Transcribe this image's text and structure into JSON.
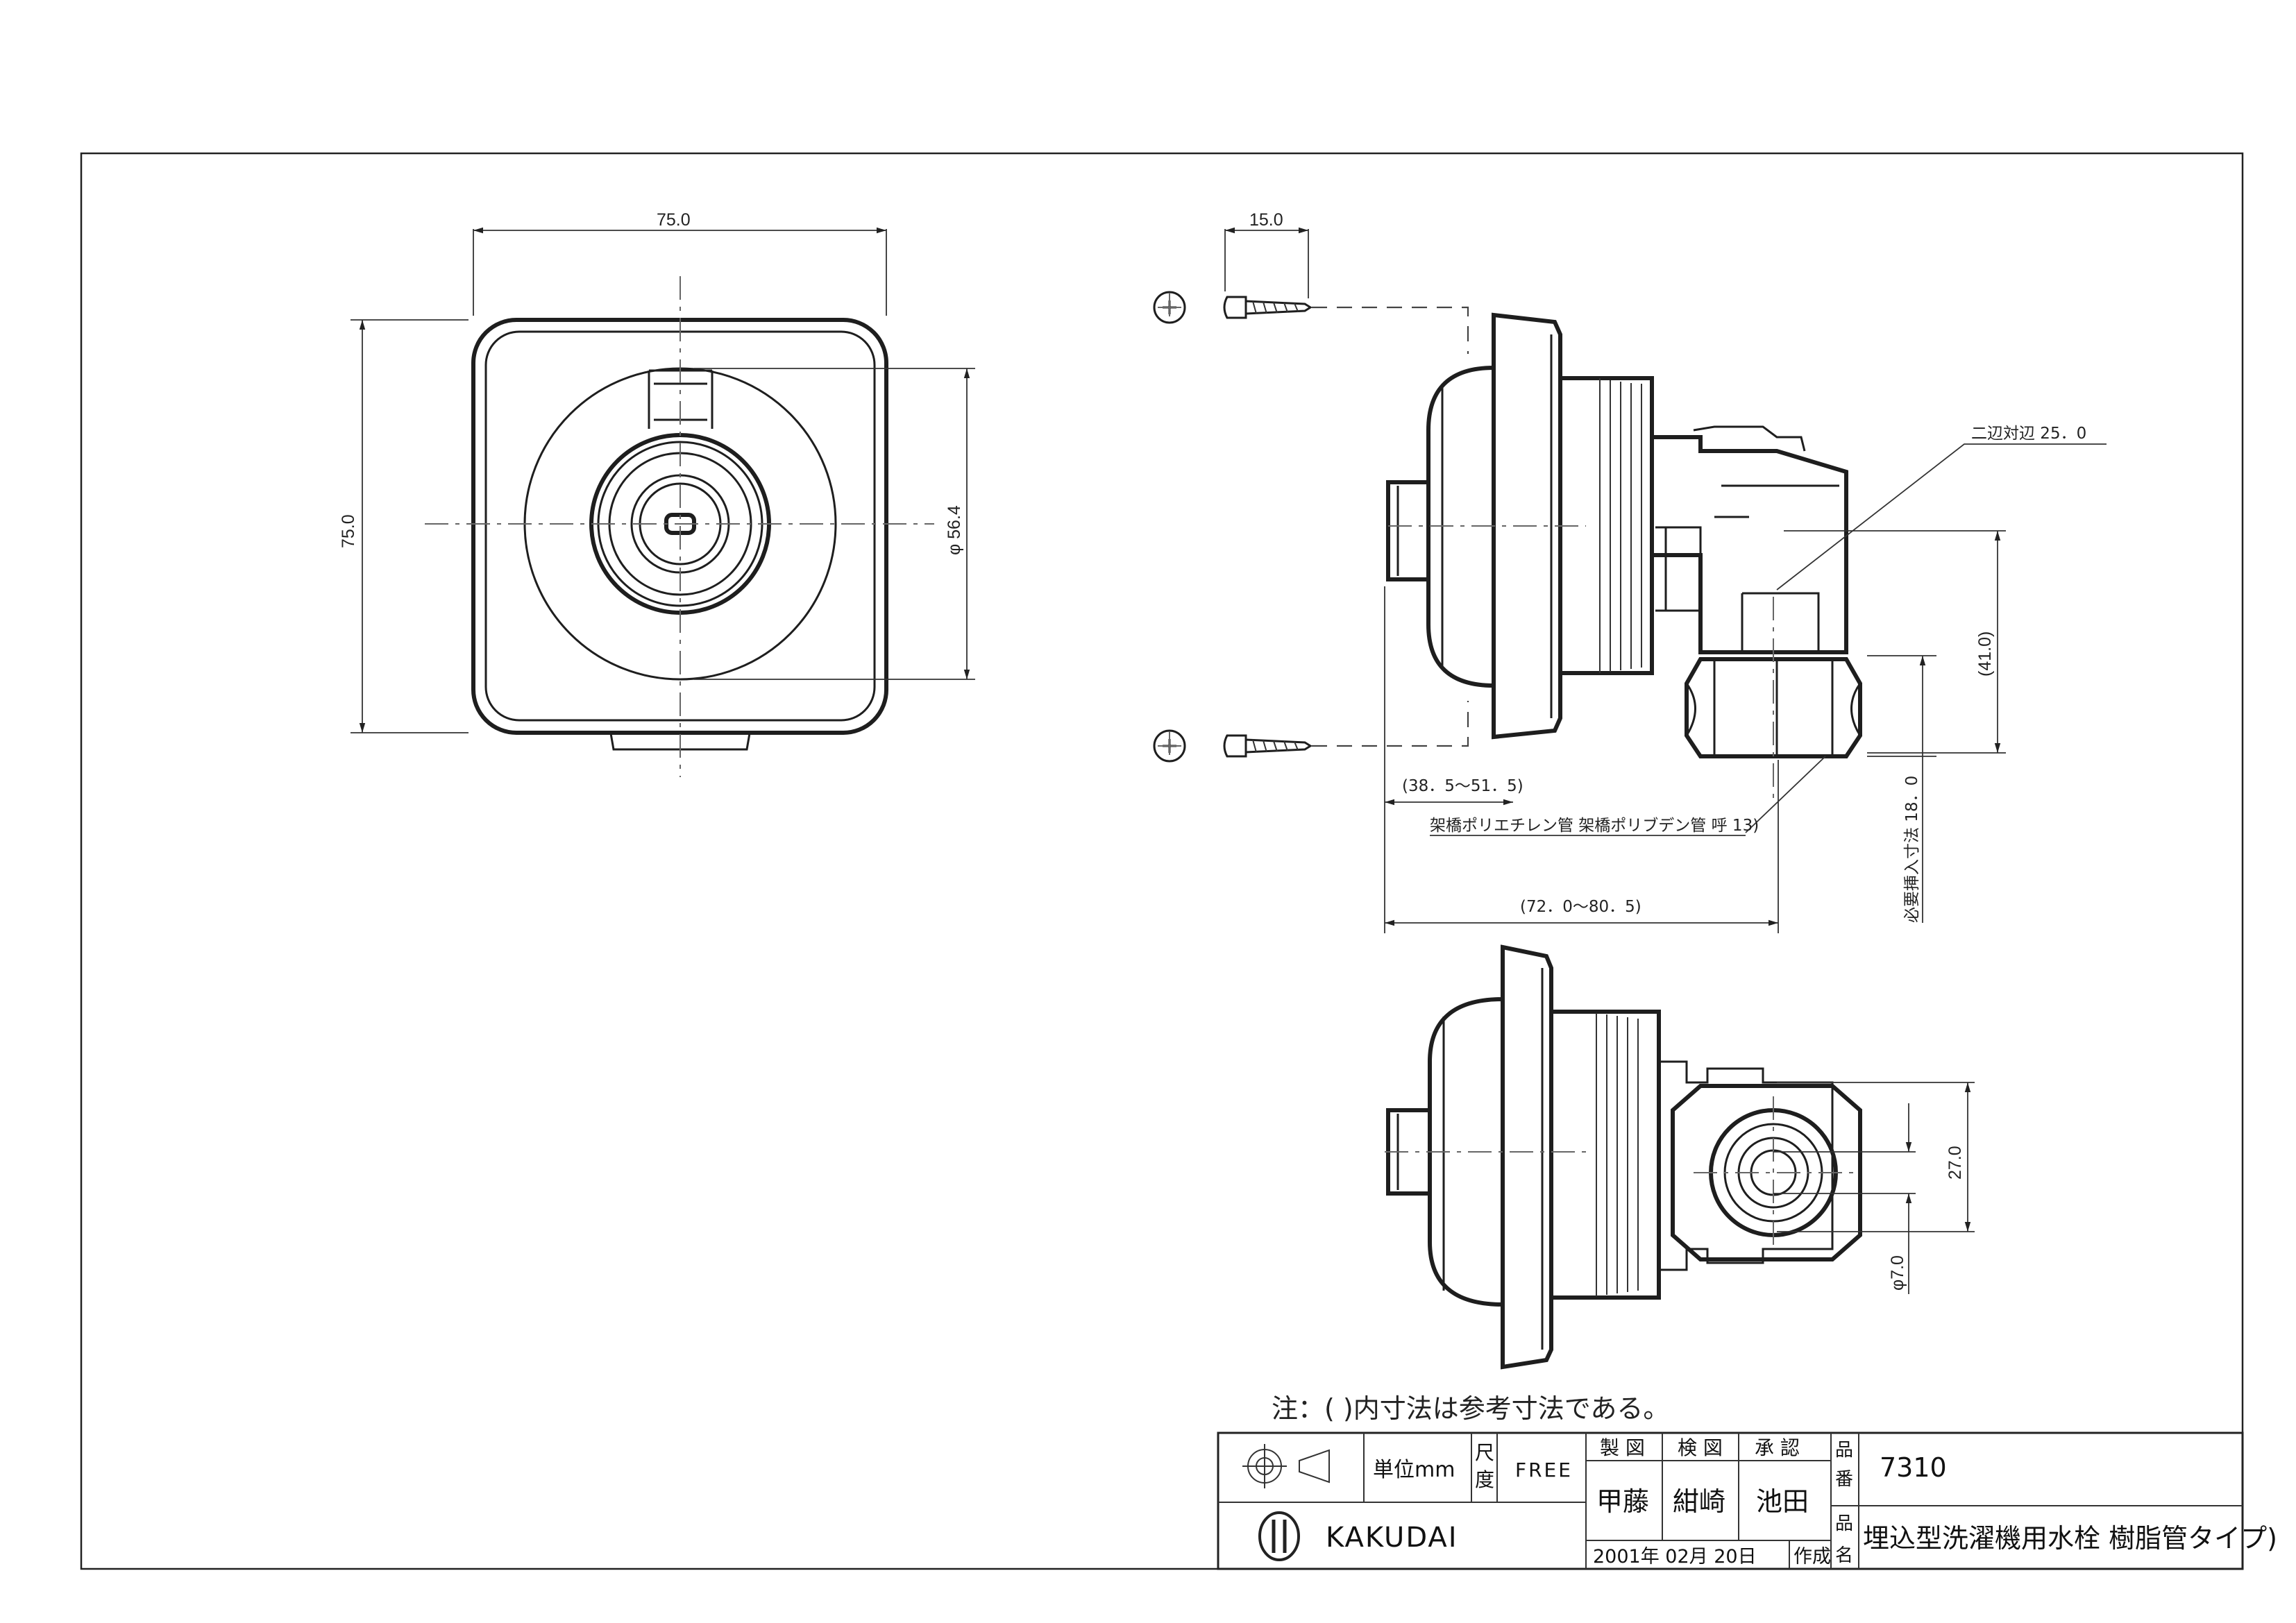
{
  "dimensions": {
    "front_width": "75.0",
    "front_height": "75.0",
    "front_dia": "φ 56.4",
    "screw_length": "15.0",
    "across_flats": "二辺対辺 25．0",
    "side_offset": "(41.0)",
    "insert_range": "(38．5～51．5)",
    "pipe_note": "架橋ポリエチレン管  架橋ポリブデン管  呼 13)",
    "overall_range": "(72．0～80．5)",
    "required_insert": "必要挿入寸法 18．0",
    "bottom_height": "27.0",
    "bottom_dia": "φ7.0"
  },
  "note": "注：( )内寸法は参考寸法である。",
  "title_block": {
    "unit": "単位mm",
    "scale_label_1": "尺",
    "scale_label_2": "度",
    "scale_value": "FREE",
    "made_label": "製 図",
    "checked_label": "検 図",
    "approved_label": "承 認",
    "made_by": "甲藤",
    "checked_by": "紺崎",
    "approved_by": "池田",
    "part_no_label_1": "品",
    "part_no_label_2": "番",
    "part_no": "7310",
    "name_label_1": "品",
    "name_label_2": "名",
    "part_name": "埋込型洗濯機用水栓  樹脂管タイプ)",
    "company": "KAKUDAI",
    "date": "2001年 02月 20日",
    "created_label": "作成"
  },
  "icons": [
    "third-angle-projection-icon",
    "kakudai-logo-icon",
    "phillips-screw-head-icon"
  ]
}
